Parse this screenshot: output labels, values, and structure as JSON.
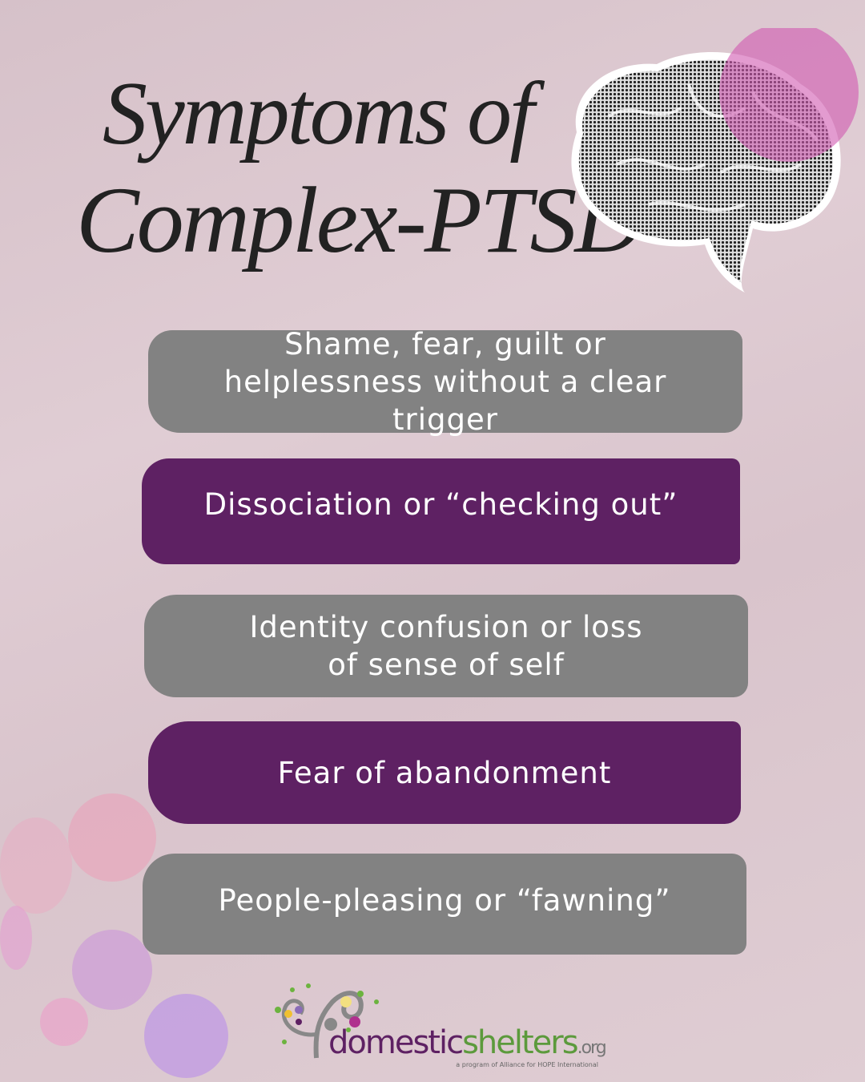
{
  "title": {
    "line1": "Symptoms of",
    "line2": "Complex-PTSD"
  },
  "symptoms": [
    {
      "label": "Shame, fear, guilt or helplessness without a clear trigger",
      "color": "#828282"
    },
    {
      "label": "Dissociation or “checking out”",
      "color": "#5e2163"
    },
    {
      "label": "Identity confusion or loss of sense of self",
      "color": "#828282"
    },
    {
      "label": "Fear of abandonment",
      "color": "#5e2163"
    },
    {
      "label": "People-pleasing or “fawning”",
      "color": "#828282"
    }
  ],
  "logo": {
    "word_a": "domestic",
    "word_b": "shelters",
    "word_c": ".org",
    "tagline": "a program of Alliance for HOPE International"
  }
}
